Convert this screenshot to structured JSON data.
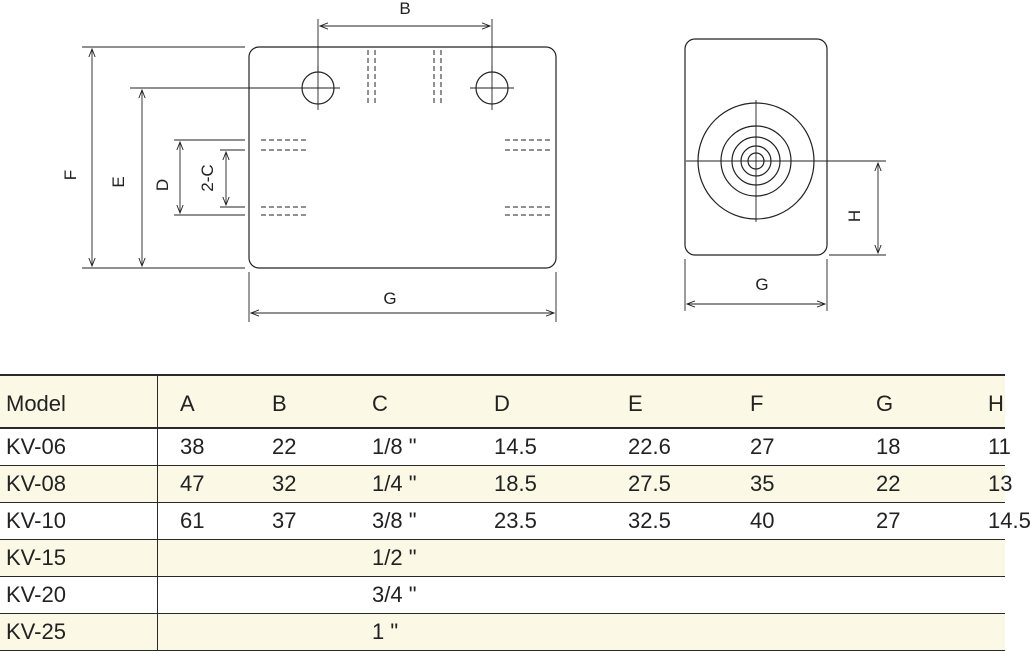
{
  "diagram": {
    "front_view_labels": {
      "b": "B",
      "f": "F",
      "e": "E",
      "d": "D",
      "c": "2-C",
      "g": "G"
    },
    "side_view_labels": {
      "h": "H",
      "g": "G"
    }
  },
  "table": {
    "headers": [
      "Model",
      "A",
      "B",
      "C",
      "D",
      "E",
      "F",
      "G",
      "H"
    ],
    "rows": [
      [
        "KV-06",
        "38",
        "22",
        "1/8 \"",
        "14.5",
        "22.6",
        "27",
        "18",
        "11"
      ],
      [
        "KV-08",
        "47",
        "32",
        "1/4 \"",
        "18.5",
        "27.5",
        "35",
        "22",
        "13"
      ],
      [
        "KV-10",
        "61",
        "37",
        "3/8 \"",
        "23.5",
        "32.5",
        "40",
        "27",
        "14.5"
      ],
      [
        "KV-15",
        "",
        "",
        "1/2 \"",
        "",
        "",
        "",
        "",
        ""
      ],
      [
        "KV-20",
        "",
        "",
        "3/4 \"",
        "",
        "",
        "",
        "",
        ""
      ],
      [
        "KV-25",
        "",
        "",
        "1 \"",
        "",
        "",
        "",
        "",
        ""
      ]
    ]
  },
  "colors": {
    "line": "#222222",
    "header_band": "#fbf8e6",
    "rule": "#2a2a2a"
  }
}
